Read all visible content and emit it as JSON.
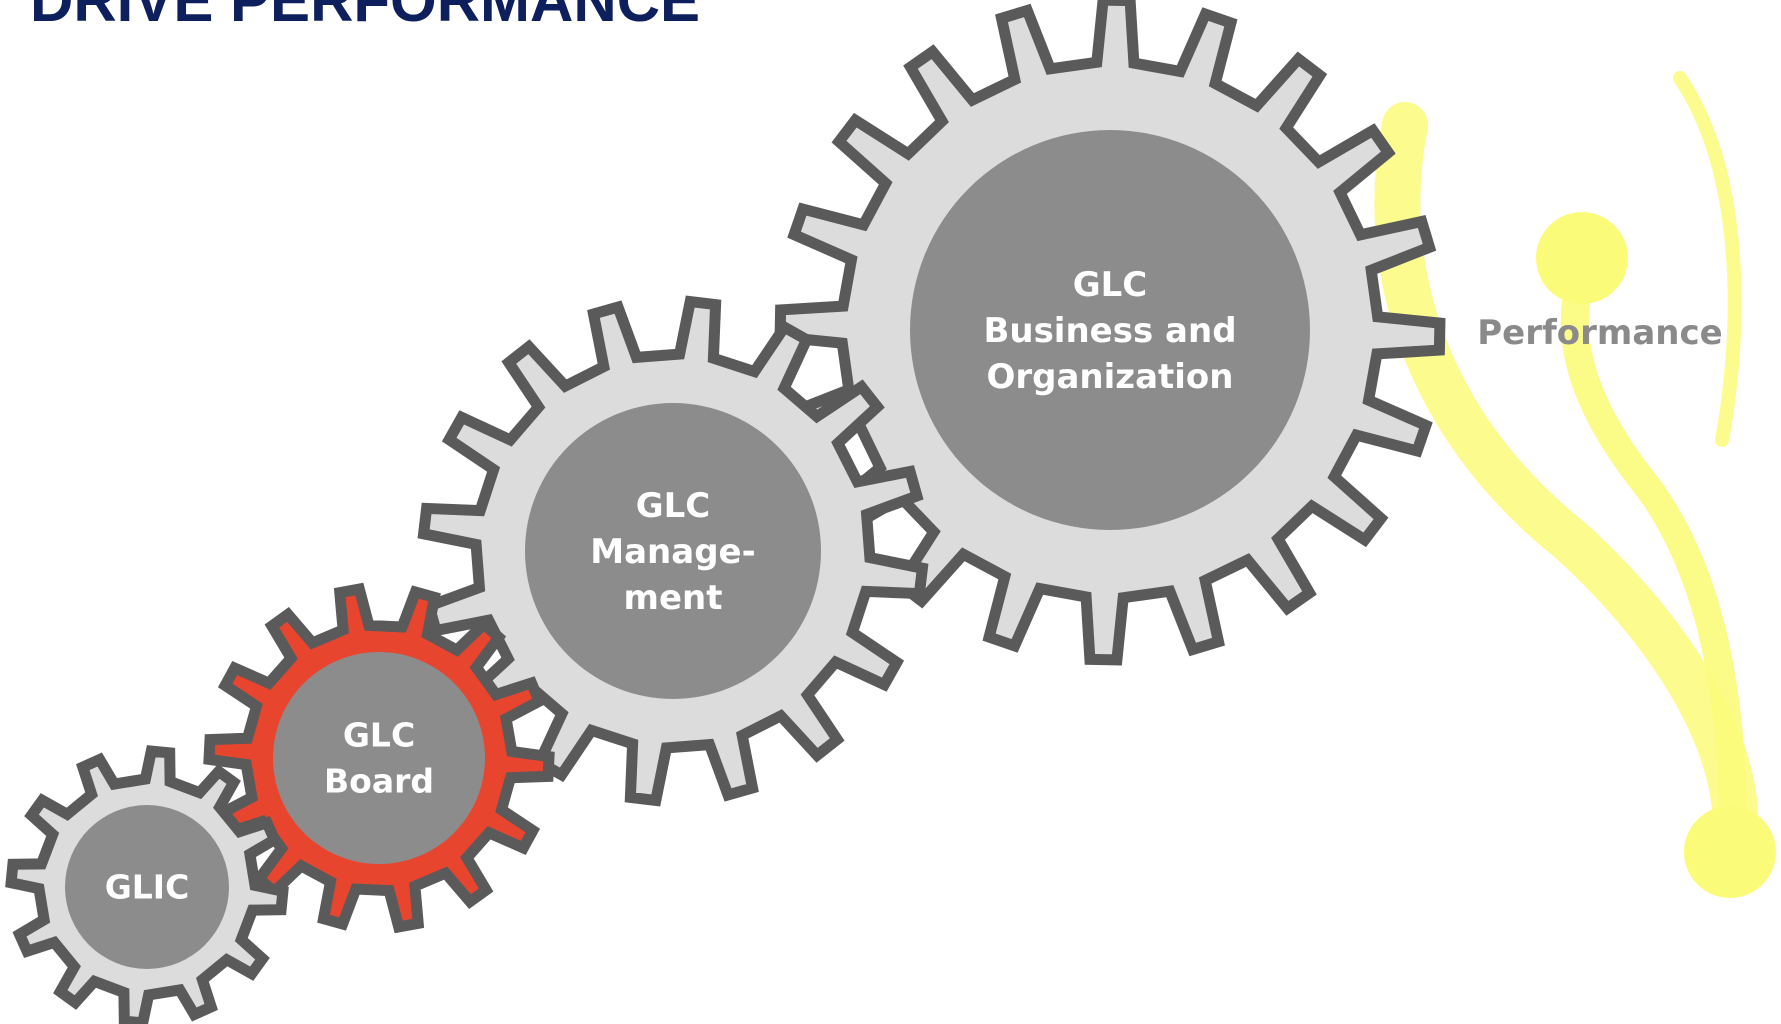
{
  "title": "DRIVE PERFORMANCE",
  "gears": [
    {
      "id": "glic",
      "lines": [
        "GLIC"
      ],
      "ring_color": "#dcdcdc",
      "hub_color": "#8c8c8c",
      "outline_color": "#5a5a5a"
    },
    {
      "id": "board",
      "lines": [
        "GLC",
        "Board"
      ],
      "ring_color": "#e8452f",
      "hub_color": "#8c8c8c",
      "outline_color": "#5a5a5a"
    },
    {
      "id": "management",
      "lines": [
        "GLC",
        "Manage-",
        "ment"
      ],
      "ring_color": "#dcdcdc",
      "hub_color": "#8c8c8c",
      "outline_color": "#5a5a5a"
    },
    {
      "id": "business",
      "lines": [
        "GLC",
        "Business and",
        "Organization"
      ],
      "ring_color": "#dcdcdc",
      "hub_color": "#8c8c8c",
      "outline_color": "#5a5a5a"
    }
  ],
  "performance": {
    "label": "Performance",
    "color": "#fbfb7a"
  }
}
